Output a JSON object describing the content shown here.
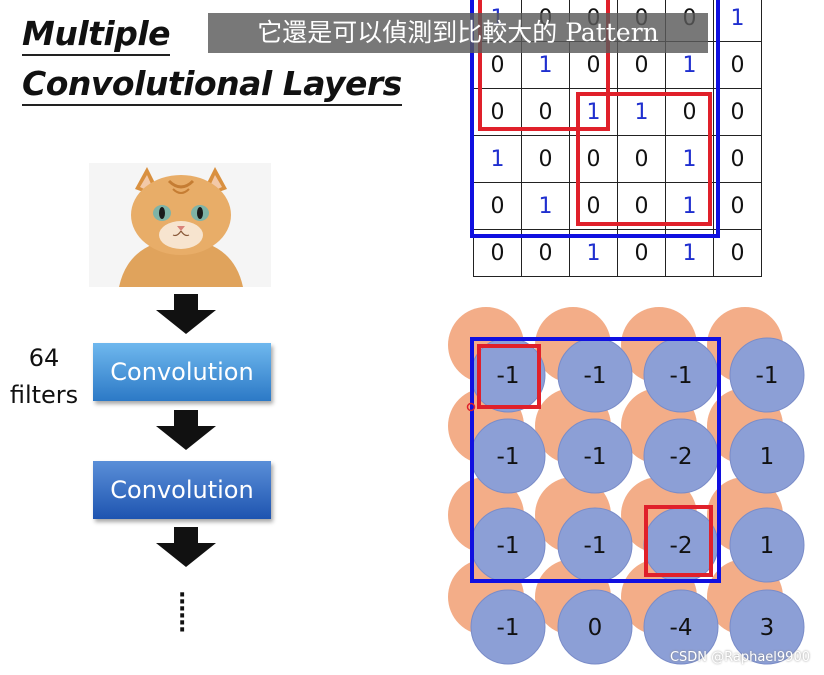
{
  "title": {
    "line1": "Multiple",
    "line2": "Convolutional Layers"
  },
  "subtitle": "它還是可以偵測到比較大的 Pattern",
  "filters_label": {
    "count": "64",
    "word": "filters"
  },
  "conv_labels": [
    "Convolution",
    "Convolution"
  ],
  "dots": "·\n·\n·\n·\n·\n·",
  "matrix": [
    [
      "1",
      "0",
      "0",
      "0",
      "0",
      "1"
    ],
    [
      "0",
      "1",
      "0",
      "0",
      "1",
      "0"
    ],
    [
      "0",
      "0",
      "1",
      "1",
      "0",
      "0"
    ],
    [
      "1",
      "0",
      "0",
      "0",
      "1",
      "0"
    ],
    [
      "0",
      "1",
      "0",
      "0",
      "1",
      "0"
    ],
    [
      "0",
      "0",
      "1",
      "0",
      "1",
      "0"
    ]
  ],
  "feature_map": [
    [
      "-1",
      "-1",
      "-1",
      "-1"
    ],
    [
      "-1",
      "-1",
      "-2",
      "1"
    ],
    [
      "-1",
      "-1",
      "-2",
      "1"
    ],
    [
      "-1",
      "0",
      "-4",
      "3"
    ]
  ],
  "colors": {
    "blue_box": "#1010e0",
    "red_box": "#e0202a",
    "circle_blue": "#8c9fd6",
    "circle_orange": "#f3ad88",
    "one_digit": "#1f2fcf"
  },
  "watermark": "CSDN @Raphael9900"
}
